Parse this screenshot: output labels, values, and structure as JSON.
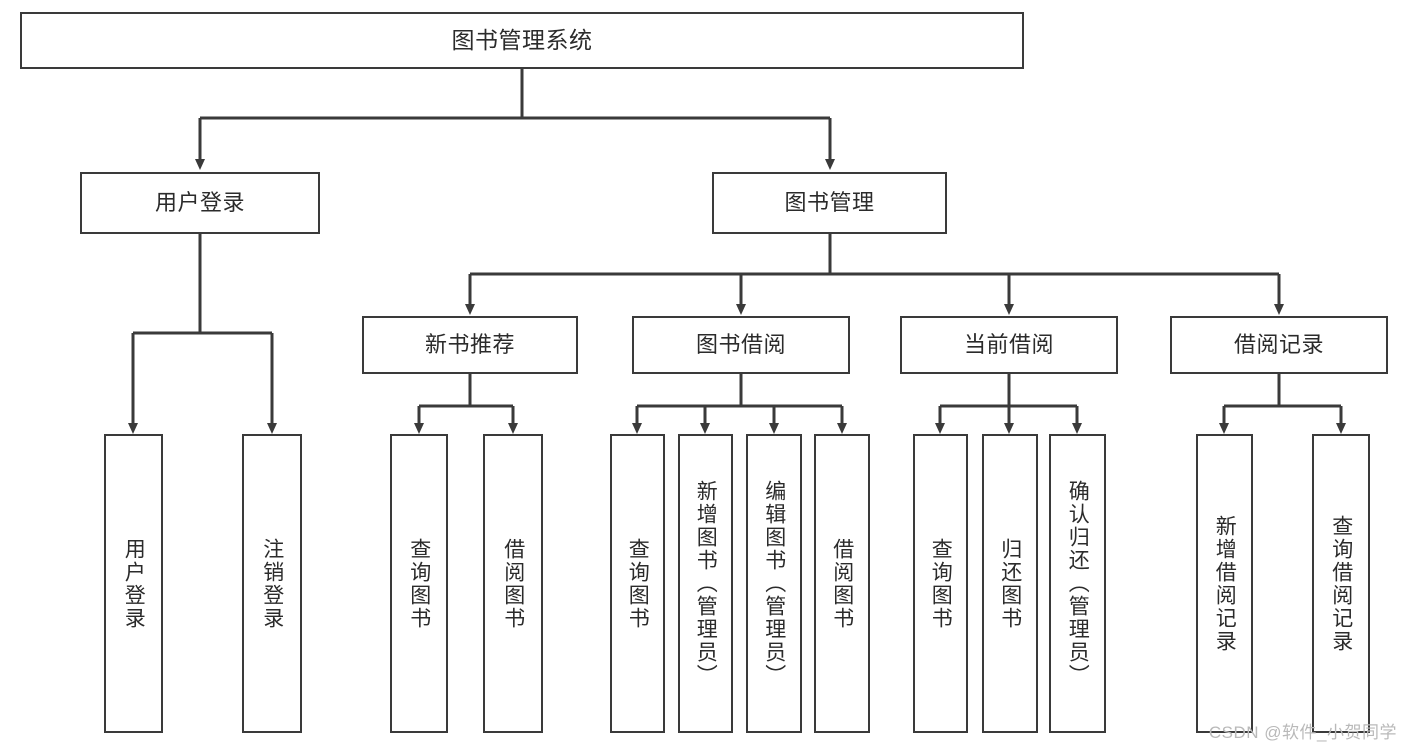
{
  "diagram": {
    "title": "图书管理系统",
    "type": "tree",
    "root": {
      "id": "root",
      "label": "图书管理系统"
    },
    "level1": [
      {
        "id": "user-login",
        "label": "用户登录"
      },
      {
        "id": "book-manage",
        "label": "图书管理"
      }
    ],
    "level2": [
      {
        "id": "new-book-rec",
        "label": "新书推荐",
        "parent": "book-manage"
      },
      {
        "id": "book-borrow",
        "label": "图书借阅",
        "parent": "book-manage"
      },
      {
        "id": "current-borrow",
        "label": "当前借阅",
        "parent": "book-manage"
      },
      {
        "id": "borrow-record",
        "label": "借阅记录",
        "parent": "book-manage"
      }
    ],
    "leaves": [
      {
        "id": "leaf-user-login",
        "label": "用户登录",
        "parent": "user-login"
      },
      {
        "id": "leaf-logout",
        "label": "注销登录",
        "parent": "user-login"
      },
      {
        "id": "leaf-query-book-1",
        "label": "查询图书",
        "parent": "new-book-rec"
      },
      {
        "id": "leaf-borrow-book-1",
        "label": "借阅图书",
        "parent": "new-book-rec"
      },
      {
        "id": "leaf-query-book-2",
        "label": "查询图书",
        "parent": "book-borrow"
      },
      {
        "id": "leaf-add-book",
        "label": "新增图书（管理员）",
        "parent": "book-borrow"
      },
      {
        "id": "leaf-edit-book",
        "label": "编辑图书（管理员）",
        "parent": "book-borrow"
      },
      {
        "id": "leaf-borrow-book-2",
        "label": "借阅图书",
        "parent": "book-borrow"
      },
      {
        "id": "leaf-query-book-3",
        "label": "查询图书",
        "parent": "current-borrow"
      },
      {
        "id": "leaf-return-book",
        "label": "归还图书",
        "parent": "current-borrow"
      },
      {
        "id": "leaf-confirm-return",
        "label": "确认归还（管理员）",
        "parent": "current-borrow"
      },
      {
        "id": "leaf-add-record",
        "label": "新增借阅记录",
        "parent": "borrow-record"
      },
      {
        "id": "leaf-query-record",
        "label": "查询借阅记录",
        "parent": "borrow-record"
      }
    ],
    "colors": {
      "stroke": "#3a3a3a",
      "text": "#2b2b2b",
      "background": "#ffffff",
      "watermark": "#b9b9b9"
    }
  },
  "watermark": {
    "text": "CSDN @软件_小贺同学"
  }
}
